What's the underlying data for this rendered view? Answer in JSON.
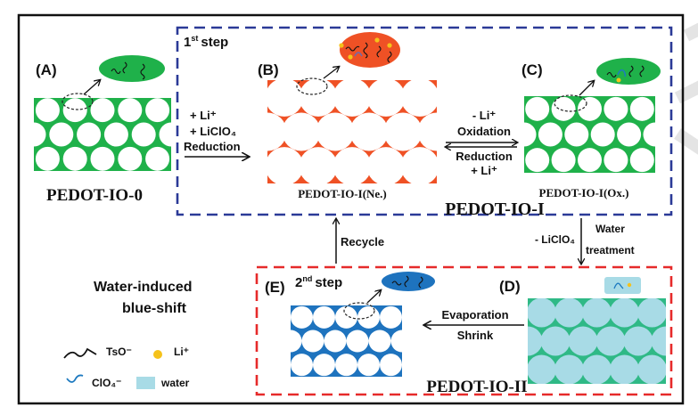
{
  "colors": {
    "frame": "#111111",
    "blue_box": "#2b3a97",
    "red_box": "#e62a2a",
    "green": "#1fb14a",
    "orange": "#ef5125",
    "blue_film": "#1e73be",
    "teal": "#2fb986",
    "water": "#a8dbe6",
    "li_ion": "#f5c21b",
    "clo4": "#1e7ac0",
    "tso": "#111111"
  },
  "panels": {
    "A": {
      "label": "(A)",
      "name": "PEDOT-IO-0"
    },
    "B": {
      "label": "(B)",
      "name": "PEDOT-IO-I(Ne.)"
    },
    "C": {
      "label": "(C)",
      "name": "PEDOT-IO-I(Ox.)"
    },
    "D": {
      "label": "(D)"
    },
    "E": {
      "label": "(E)"
    }
  },
  "steps": {
    "first": {
      "num": "1",
      "sup": "st",
      "word": "step",
      "group_name": "PEDOT-IO-I"
    },
    "second": {
      "num": "2",
      "sup": "nd",
      "word": "step",
      "group_name": "PEDOT-IO-II"
    }
  },
  "arrows": {
    "a_to_b": {
      "line1": "+ Li⁺",
      "line2": "+ LiClO₄",
      "line3": "Reduction"
    },
    "b_c": {
      "top1": "- Li⁺",
      "top2": "Oxidation",
      "bottom1": "Reduction",
      "bottom2": "+ Li⁺"
    },
    "c_to_d": {
      "left": "- LiClO₄",
      "right1": "Water",
      "right2": "treatment"
    },
    "d_to_e": {
      "top": "Evaporation",
      "bottom": "Shrink"
    },
    "e_to_b": {
      "label": "Recycle"
    }
  },
  "title": {
    "line1": "Water-induced",
    "line2": "blue-shift"
  },
  "legend": [
    {
      "icon": "tso-wave-icon",
      "label": "TsO⁻"
    },
    {
      "icon": "li-dot-icon",
      "label": "Li⁺"
    },
    {
      "icon": "clo4-wave-icon",
      "label": "ClO₄⁻"
    },
    {
      "icon": "water-square-icon",
      "label": "water"
    }
  ]
}
